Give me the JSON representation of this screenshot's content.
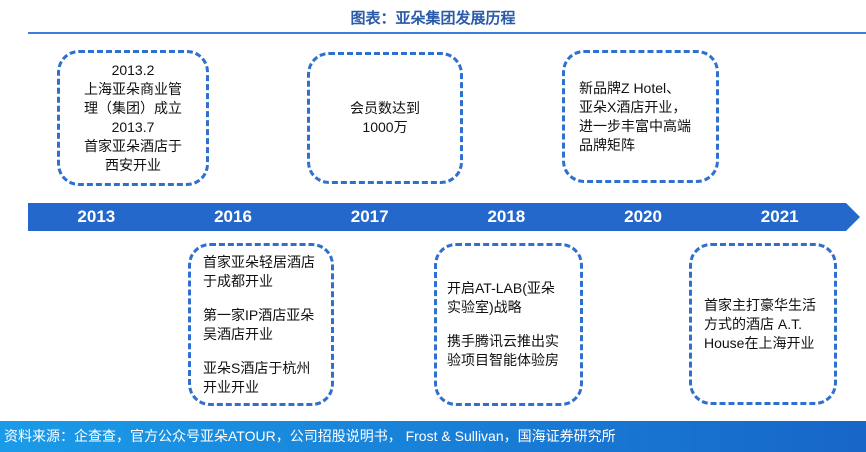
{
  "title": "图表：亚朵集团发展历程",
  "timeline": {
    "years": [
      "2013",
      "2016",
      "2017",
      "2018",
      "2020",
      "2021"
    ],
    "color": "#2468cc"
  },
  "events_top": [
    {
      "year": "2013",
      "lines": [
        "2013.2",
        "上海亚朵商业管",
        "理（集团）成立",
        "2013.7",
        "首家亚朵酒店于",
        "西安开业"
      ]
    },
    {
      "year": "2017",
      "lines": [
        "会员数达到",
        "1000万"
      ]
    },
    {
      "year": "2020",
      "lines": [
        "新品牌Z Hotel、",
        "亚朵X酒店开业，",
        "进一步丰富中高端",
        "品牌矩阵"
      ]
    }
  ],
  "events_bottom": [
    {
      "year": "2016",
      "items": [
        "首家亚朵轻居酒店于成都开业",
        "第一家IP酒店亚朵吴酒店开业",
        "亚朵S酒店于杭州开业开业"
      ]
    },
    {
      "year": "2018",
      "items": [
        "开启AT-LAB(亚朵实验室)战略",
        "携手腾讯云推出实验项目智能体验房"
      ]
    },
    {
      "year": "2021",
      "items": [
        "首家主打豪华生活方式的酒店 A.T. House在上海开业"
      ]
    }
  ],
  "footer": "资料来源：企查查，官方公众号亚朵ATOUR，公司招股说明书， Frost & Sullivan，国海证券研究所"
}
